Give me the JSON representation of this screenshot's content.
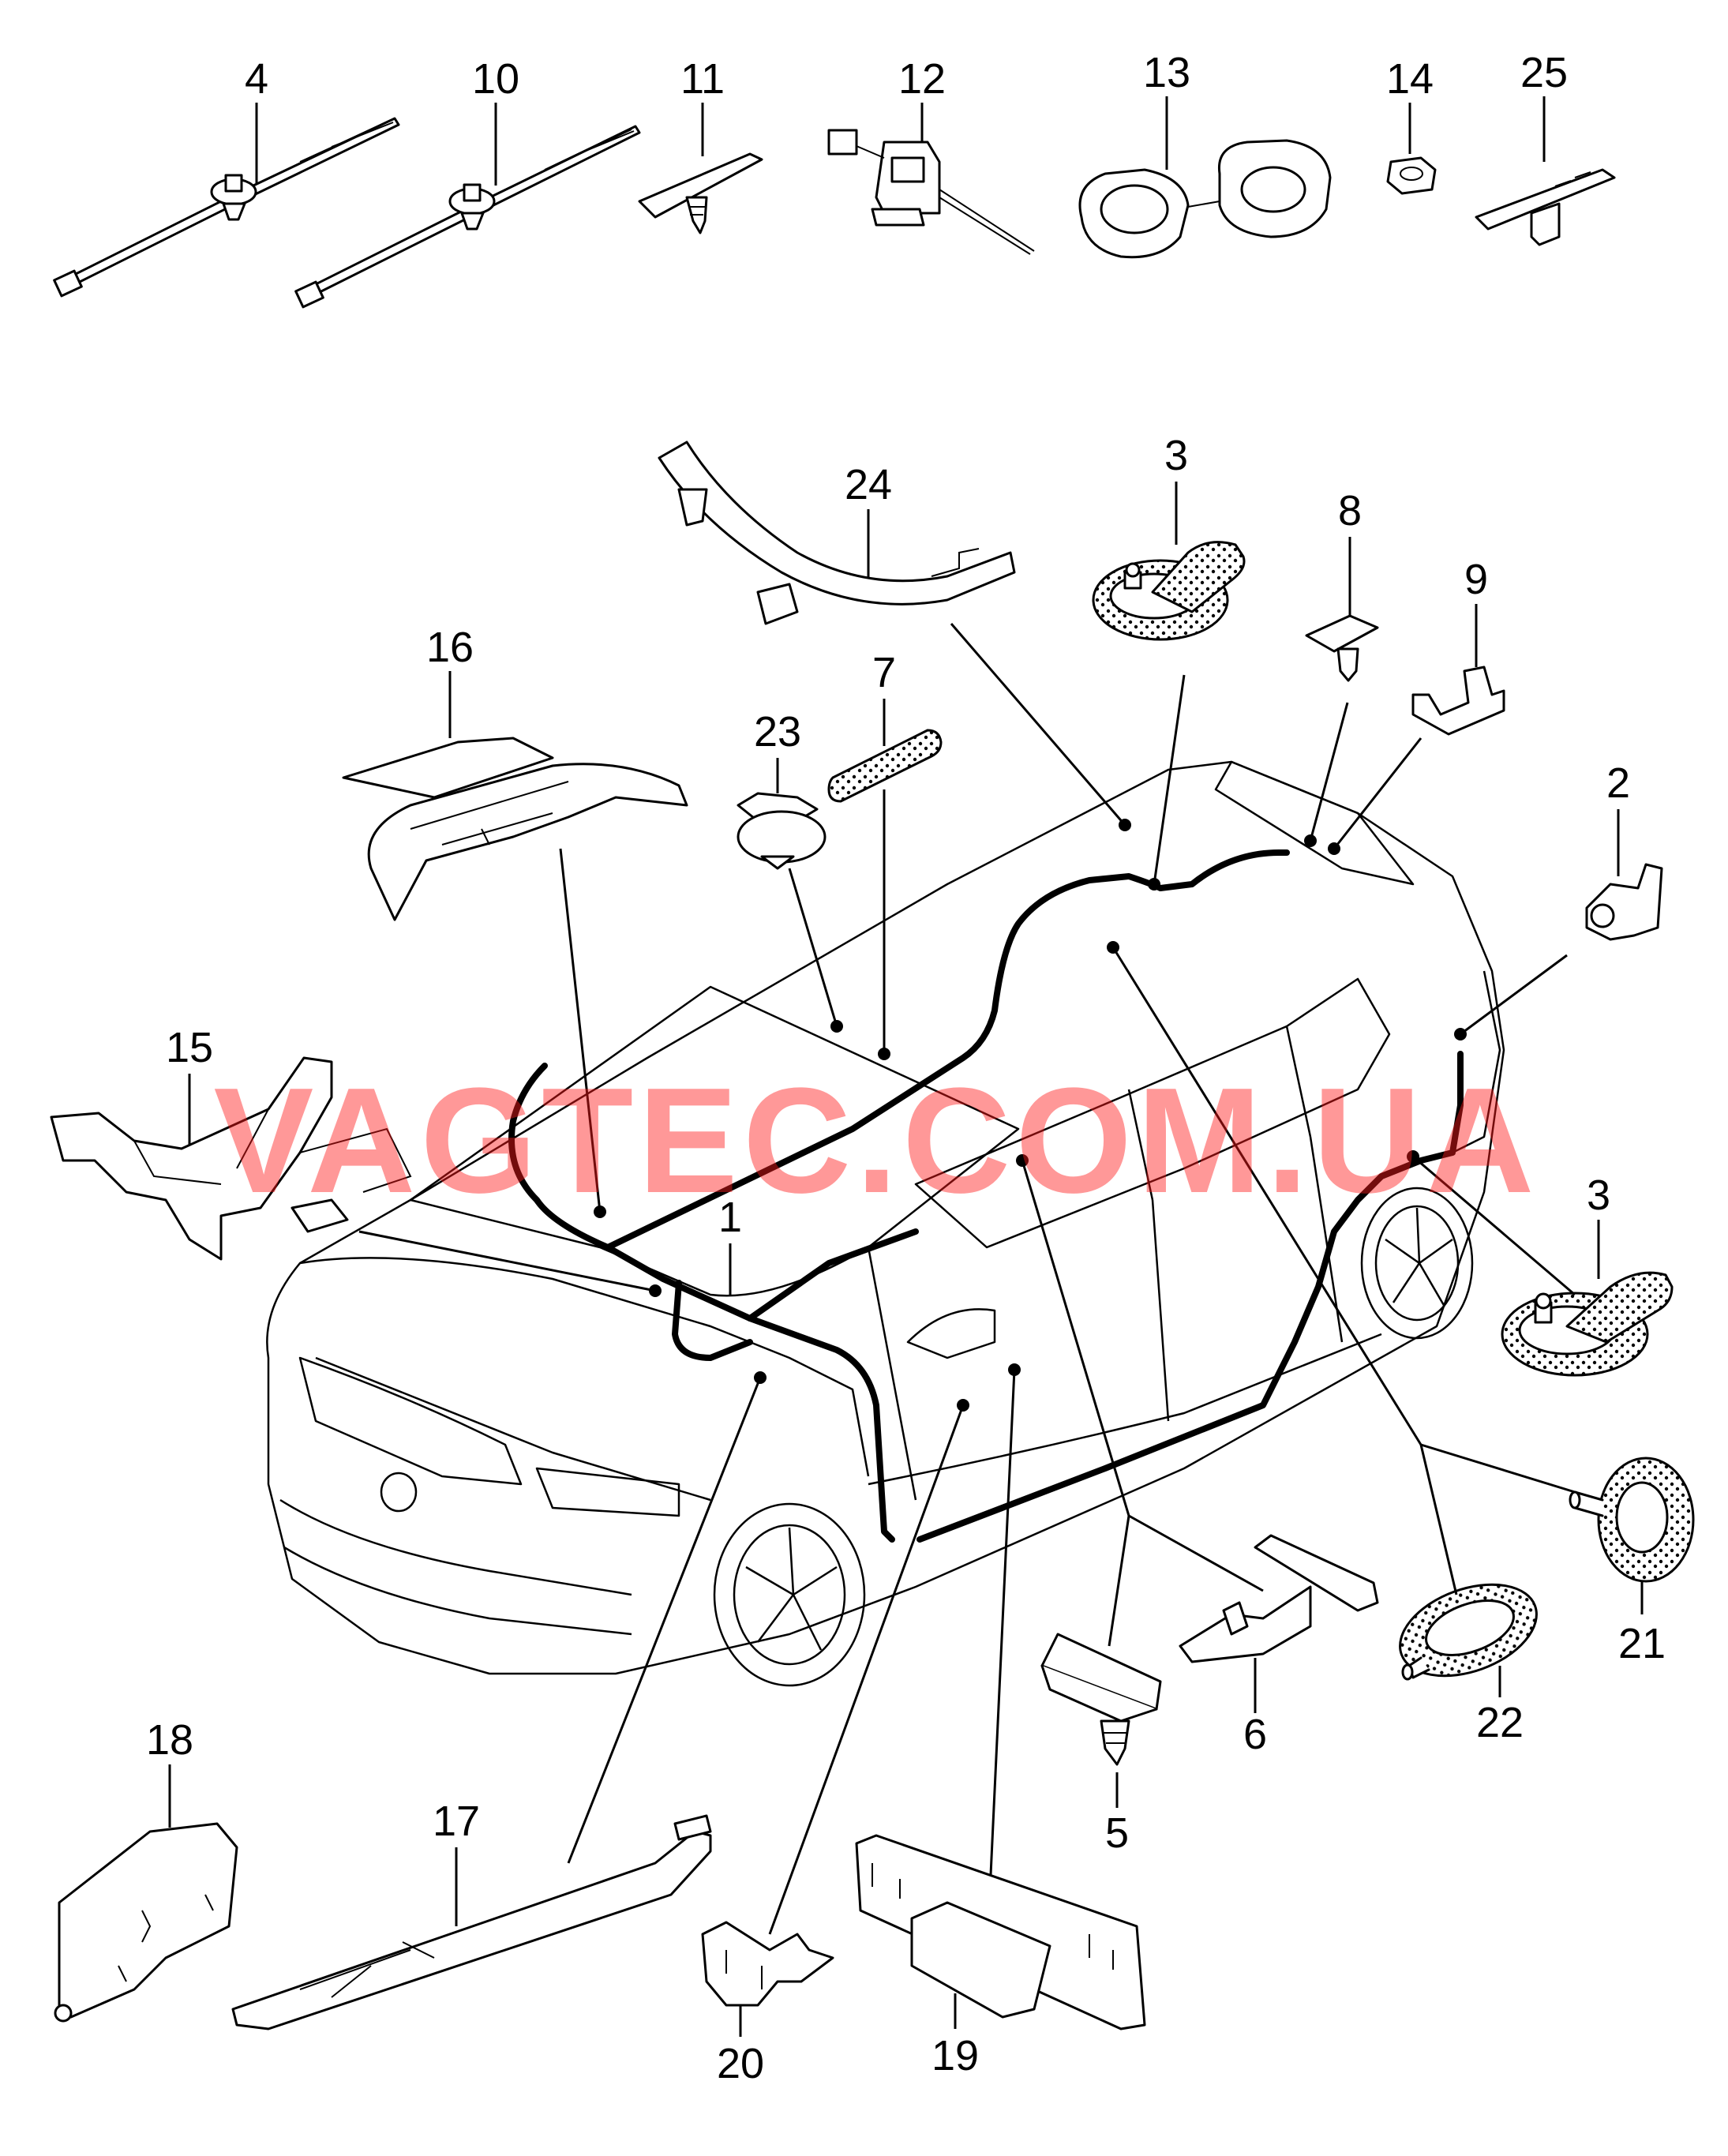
{
  "watermark": "VAGTEC.COM.UA",
  "callouts": {
    "c1": "1",
    "c2": "2",
    "c3a": "3",
    "c3b": "3",
    "c4": "4",
    "c5": "5",
    "c6": "6",
    "c7": "7",
    "c8": "8",
    "c9": "9",
    "c10": "10",
    "c11": "11",
    "c12": "12",
    "c13": "13",
    "c14": "14",
    "c15": "15",
    "c16": "16",
    "c17": "17",
    "c18": "18",
    "c19": "19",
    "c20": "20",
    "c21": "21",
    "c22": "22",
    "c23": "23",
    "c24": "24",
    "c25": "25"
  }
}
